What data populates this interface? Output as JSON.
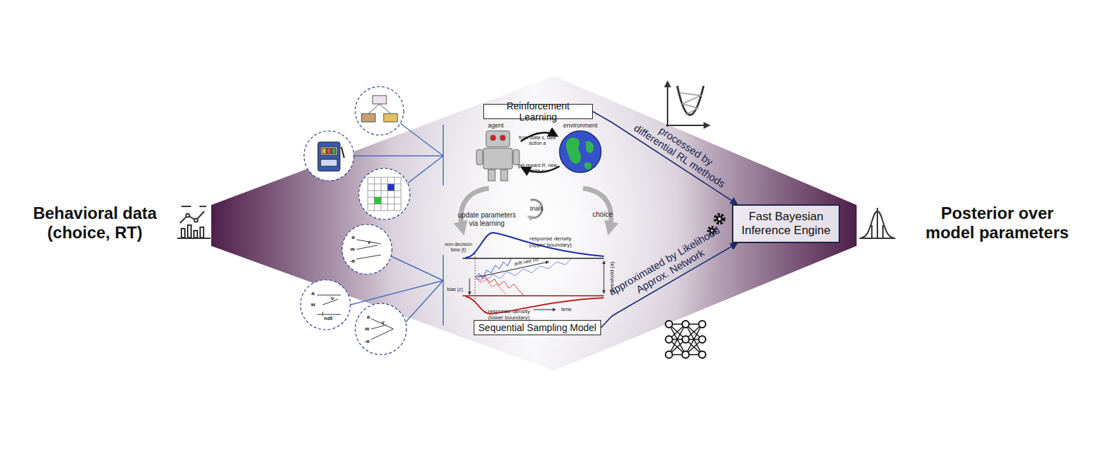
{
  "diagram": {
    "nodes": [
      {
        "text": [
          "Reinforcement Learning"
        ]
      },
      {
        "text": [
          "Sequential Sampling Model"
        ]
      },
      {
        "text": [
          "Fast Bayesian Inference Engine"
        ]
      }
    ],
    "edges": [
      {
        "from": 0,
        "to": 2,
        "arrow": "to",
        "label": "processed by differential RL methods"
      },
      {
        "from": 1,
        "to": 2,
        "arrow": "to",
        "label": "approximated by Likelihood Approx. Network"
      }
    ],
    "labels": [
      "Behavioral data (choice, RT)",
      "Posterior over model parameters",
      "agent",
      "environment",
      "from state s, take action a",
      "get reward R, new state s'",
      "update parameters via learning",
      "trials",
      "choice",
      "response density (upper boundary)",
      "non-decision time (t)",
      "drift rate (v)",
      "threshold (a)",
      "bias (z)",
      "response density (lower boundary)",
      "time",
      "a",
      "w",
      "v",
      "-a",
      "a",
      "w",
      "v",
      "ndt",
      "a",
      "v",
      "w",
      "-a"
    ]
  }
}
